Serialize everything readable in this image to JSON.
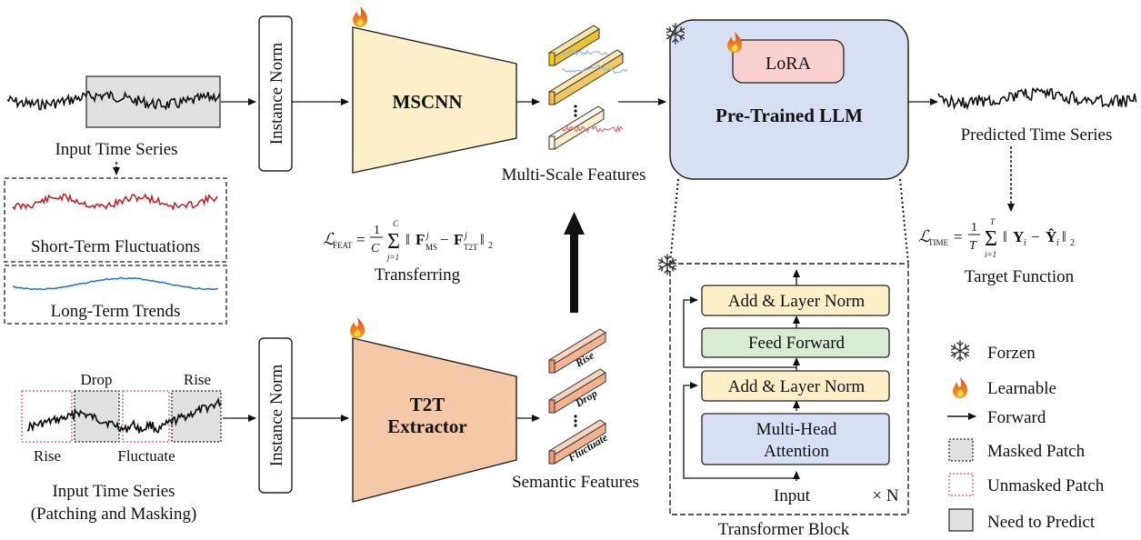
{
  "labels": {
    "input_ts": "Input Time Series",
    "short_term": "Short-Term Fluctuations",
    "long_term": "Long-Term Trends",
    "instance_norm": "Instance Norm",
    "mscnn": "MSCNN",
    "multi_scale": "Multi-Scale Features",
    "lora": "LoRA",
    "llm": "Pre-Trained LLM",
    "predicted_ts": "Predicted Time Series",
    "target_function": "Target Function",
    "transferring": "Transferring",
    "t2t_line1": "T2T",
    "t2t_line2": "Extractor",
    "semantic": "Semantic Features",
    "input_ts_patch_line1": "Input Time Series",
    "input_ts_patch_line2": "(Patching and Masking)",
    "drop": "Drop",
    "rise": "Rise",
    "fluctuate": "Fluctuate",
    "feat_rise": "Rise",
    "feat_drop": "Drop",
    "feat_fluctuate": "Fluctuate",
    "add_norm": "Add & Layer Norm",
    "feed_forward": "Feed Forward",
    "mha_line1": "Multi-Head",
    "mha_line2": "Attention",
    "tb_input": "Input",
    "times_n": "× N",
    "transformer_block": "Transformer Block"
  },
  "formulas": {
    "feat_lhs": "ℒ",
    "feat_sub": "FEAT",
    "time_lhs": "ℒ",
    "time_sub": "TIME"
  },
  "legend": {
    "frozen": "Forzen",
    "learnable": "Learnable",
    "forward": "Forward",
    "masked": "Masked Patch",
    "unmasked": "Unmasked Patch",
    "need_predict": "Need to Predict"
  },
  "colors": {
    "mscnn_fill": "#fdf0c8",
    "t2t_fill": "#f5c8a8",
    "llm_fill": "#d6e0f2",
    "lora_fill": "#f8d0d0",
    "lora_stroke": "#d04040",
    "addnorm_fill": "#fdf0c8",
    "ff_fill": "#d8ecd4",
    "mha_fill": "#d6e0f2",
    "short_term": "#c0282c",
    "long_term": "#2c7cc0",
    "patch_gray": "#e0e0e0",
    "unmasked_border": "#e05050"
  }
}
